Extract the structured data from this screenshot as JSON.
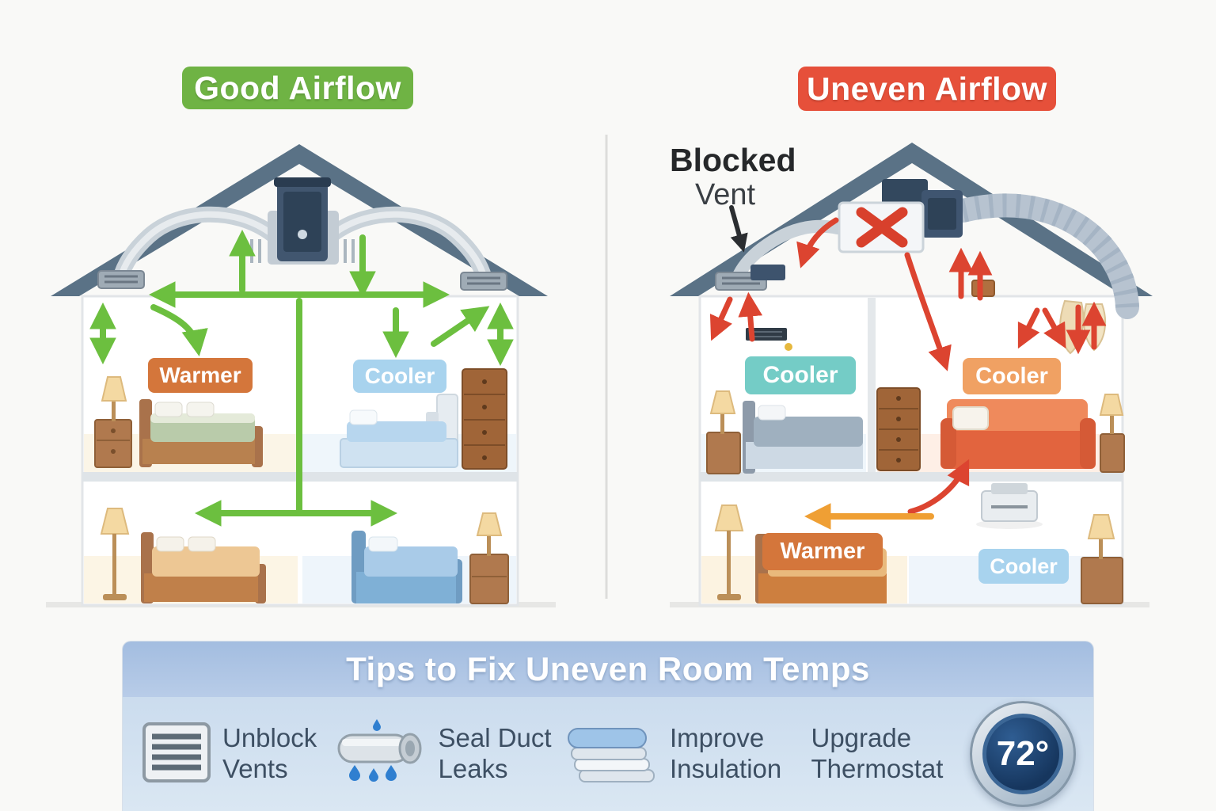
{
  "panels": {
    "good": {
      "title": "Good Airflow",
      "rooms": {
        "upper_left_label": "Warmer",
        "upper_right_label": "Cooler"
      }
    },
    "uneven": {
      "title": "Uneven Airflow",
      "blocked_vent": {
        "line1": "Blocked",
        "line2": "Vent"
      },
      "rooms": {
        "upper_left_label": "Cooler",
        "upper_right_label": "Cooler",
        "lower_left_label": "Warmer",
        "lower_right_label": "Cooler"
      }
    }
  },
  "tips": {
    "title": "Tips to Fix Uneven Room Temps",
    "items": [
      {
        "icon": "vent-icon",
        "label": "Unblock Vents"
      },
      {
        "icon": "duct-leak-icon",
        "label": "Seal Duct Leaks"
      },
      {
        "icon": "insulation-icon",
        "label": "Improve Insulation"
      },
      {
        "icon": "thermostat-dial-icon",
        "label": "Upgrade Thermostat"
      }
    ],
    "thermostat_reading": "72°"
  },
  "colors": {
    "good_badge": "#6fb344",
    "uneven_badge": "#e6503a",
    "warmer_badge": "#d4763b",
    "cooler_badge_blue": "#a8d3ee",
    "cooler_badge_teal": "#74ccc6",
    "cooler_badge_orange": "#f0a163",
    "good_arrow": "#6cbf3f",
    "uneven_arrow": "#dc4430",
    "warm_flow_arrow": "#ef9f34",
    "roof": "#5a7286",
    "tips_banner": "#aac4e4",
    "thermostat_face": "#1d406b"
  }
}
